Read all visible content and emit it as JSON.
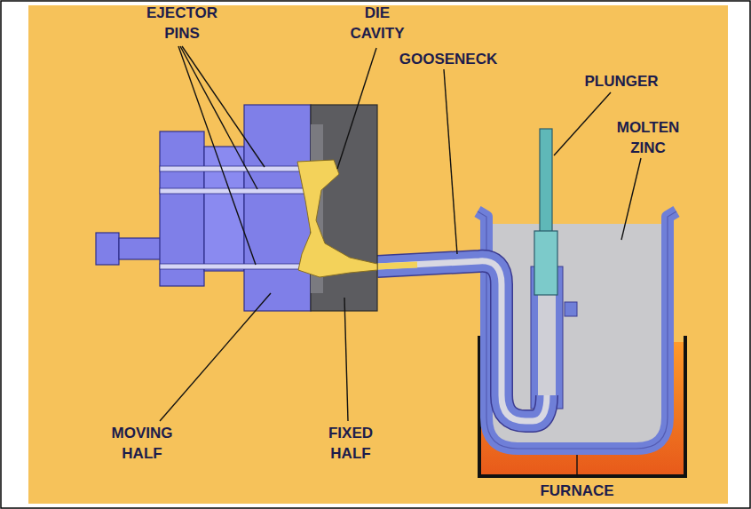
{
  "diagram": {
    "labels": [
      "EJECTOR PINS",
      "DIE CAVITY",
      "GOOSENECK",
      "PLUNGER",
      "MOLTEN ZINC",
      "MOVING HALF",
      "FIXED HALF",
      "FURNACE"
    ]
  }
}
